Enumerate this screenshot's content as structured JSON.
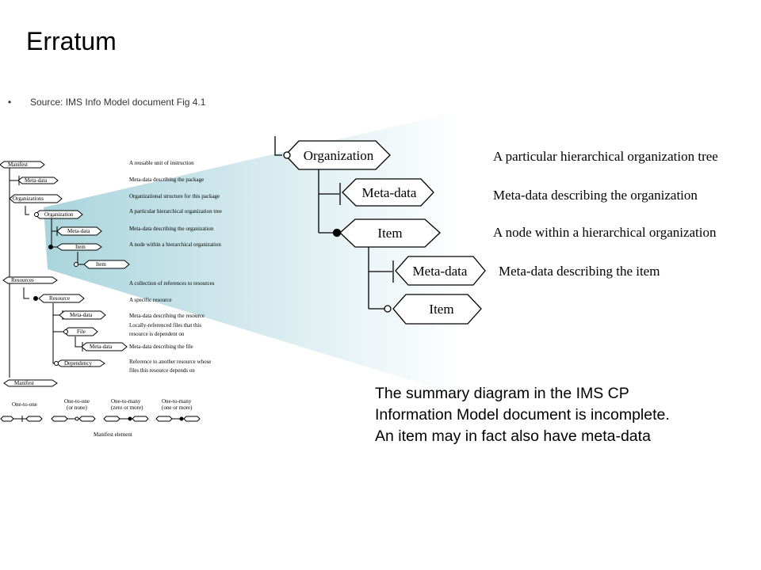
{
  "slide": {
    "title": "Erratum",
    "bullet": "Source: IMS Info Model document Fig 4.1",
    "summary_lines": [
      "The summary diagram in the IMS CP",
      "Information Model document is incomplete.",
      "An item may in fact also have meta-data"
    ]
  },
  "small_diagram": {
    "nodes": {
      "manifest": "Manifest",
      "metadata1": "Meta-data",
      "organizations": "Organizations",
      "organization": "Organization",
      "metadata2": "Meta-data",
      "item1": "Item",
      "item2": "Item",
      "resources": "Resources",
      "resource": "Resource",
      "metadata3": "Meta-data",
      "file": "File",
      "metadata4": "Meta-data",
      "dependency": "Dependency",
      "manifest2": "Manifest"
    },
    "descriptions": {
      "d1": "A reusable unit of instruction",
      "d2": "Meta-data describing the package",
      "d3": "Organizational structure for this package",
      "d4": "A particular hierarchical organization tree",
      "d5": "Meta-data describing the organization",
      "d6": "A node within a hierarchical organization",
      "d7": "A collection of references to resources",
      "d8": "A specific resource",
      "d9": "Meta-data describing the resource",
      "d10a": "Locally-referenced files that this",
      "d10b": "resource is dependent on",
      "d11": "Meta-data describing the file",
      "d12a": "Reference to another resource whose",
      "d12b": "files this resource depends on"
    },
    "legend": {
      "one_to_one": "One-to-one",
      "one_to_one_or_none_a": "One-to-one",
      "one_to_one_or_none_b": "(or none)",
      "one_to_many_or_none_a": "One-to-many",
      "one_to_many_or_none_b": "(zero or more)",
      "one_to_many_a": "One-to-many",
      "one_to_many_b": "(one or more)",
      "manifest_element": "Manifest element"
    }
  },
  "large_diagram": {
    "organization": "Organization",
    "metadata1": "Meta-data",
    "item1": "Item",
    "metadata2": "Meta-data",
    "item2": "Item",
    "desc_organization": "A particular hierarchical organization tree",
    "desc_metadata1": "Meta-data describing the organization",
    "desc_item1": "A node within a hierarchical organization",
    "desc_metadata2": "Meta-data describing the item"
  }
}
